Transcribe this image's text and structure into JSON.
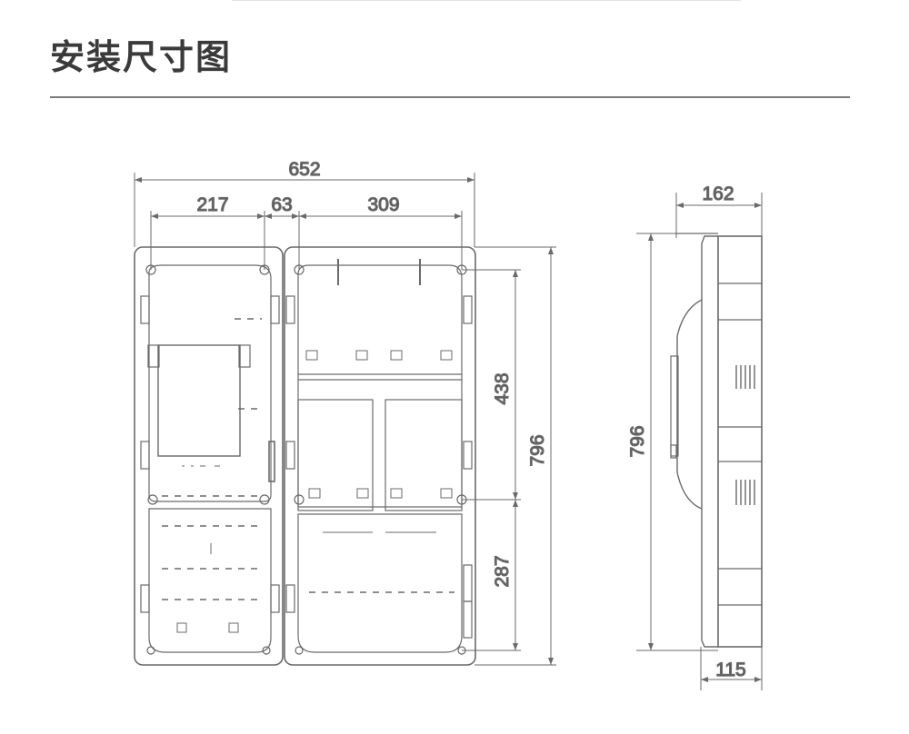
{
  "header": {
    "title": "安装尺寸图"
  },
  "dimensions": {
    "overall_width": "652",
    "left_section": "217",
    "middle_gap": "63",
    "right_section": "309",
    "upper_height": "438",
    "overall_height": "796",
    "lower_height": "287",
    "side_depth": "162",
    "side_height": "796",
    "side_base": "115"
  },
  "colors": {
    "line": "#6a6a6a",
    "title": "#3a3a3a",
    "rule": "#7a7a7a"
  }
}
